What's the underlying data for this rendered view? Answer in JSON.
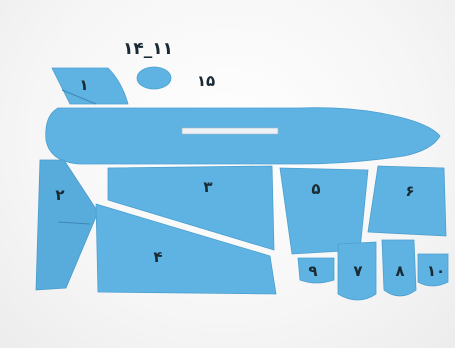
{
  "header_label": "۱۴_۱۱",
  "pieces": {
    "p1": "۱",
    "p2": "۲",
    "p3": "۳",
    "p4": "۴",
    "p5": "۵",
    "p6": "۶",
    "p7": "۷",
    "p8": "۸",
    "p9": "۹",
    "p10": "۱۰",
    "p15": "۱۵"
  },
  "colors": {
    "piece": "#5fb3e3",
    "background": "#f7f7f7"
  }
}
